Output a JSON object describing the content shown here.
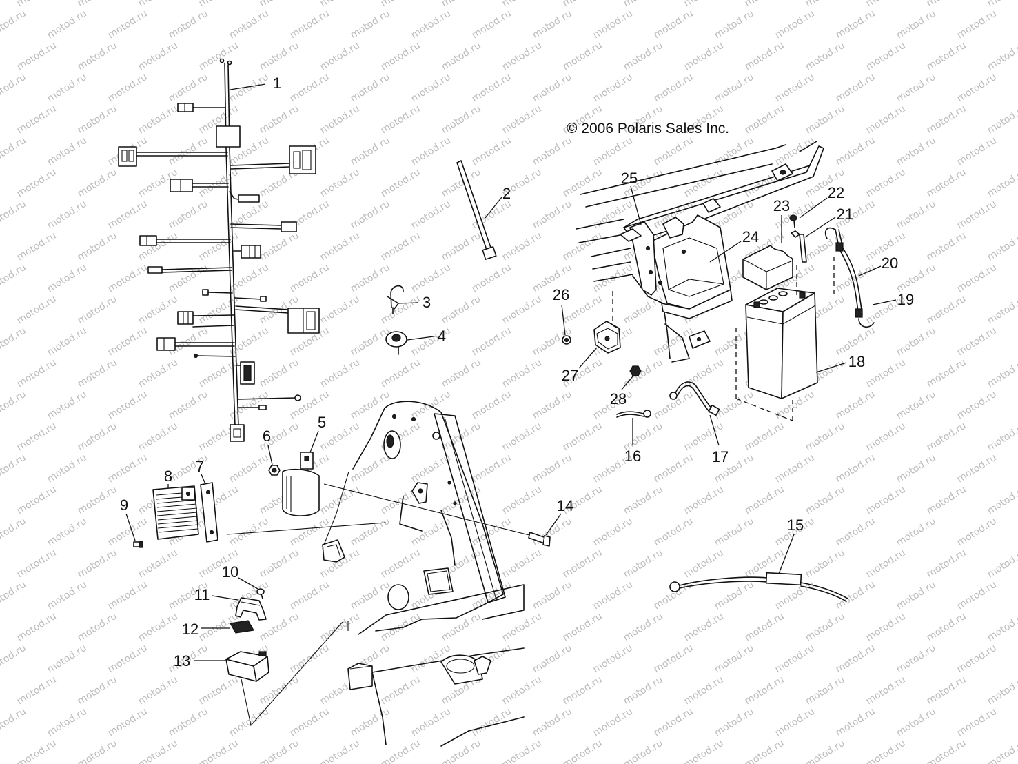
{
  "copyright": "© 2006 Polaris Sales Inc.",
  "watermark": "motod.ru",
  "part_numbers": [
    "1",
    "2",
    "3",
    "4",
    "5",
    "6",
    "7",
    "8",
    "9",
    "10",
    "11",
    "12",
    "13",
    "14",
    "15",
    "16",
    "17",
    "18",
    "19",
    "20",
    "21",
    "22",
    "23",
    "24",
    "25",
    "26",
    "27",
    "28"
  ]
}
